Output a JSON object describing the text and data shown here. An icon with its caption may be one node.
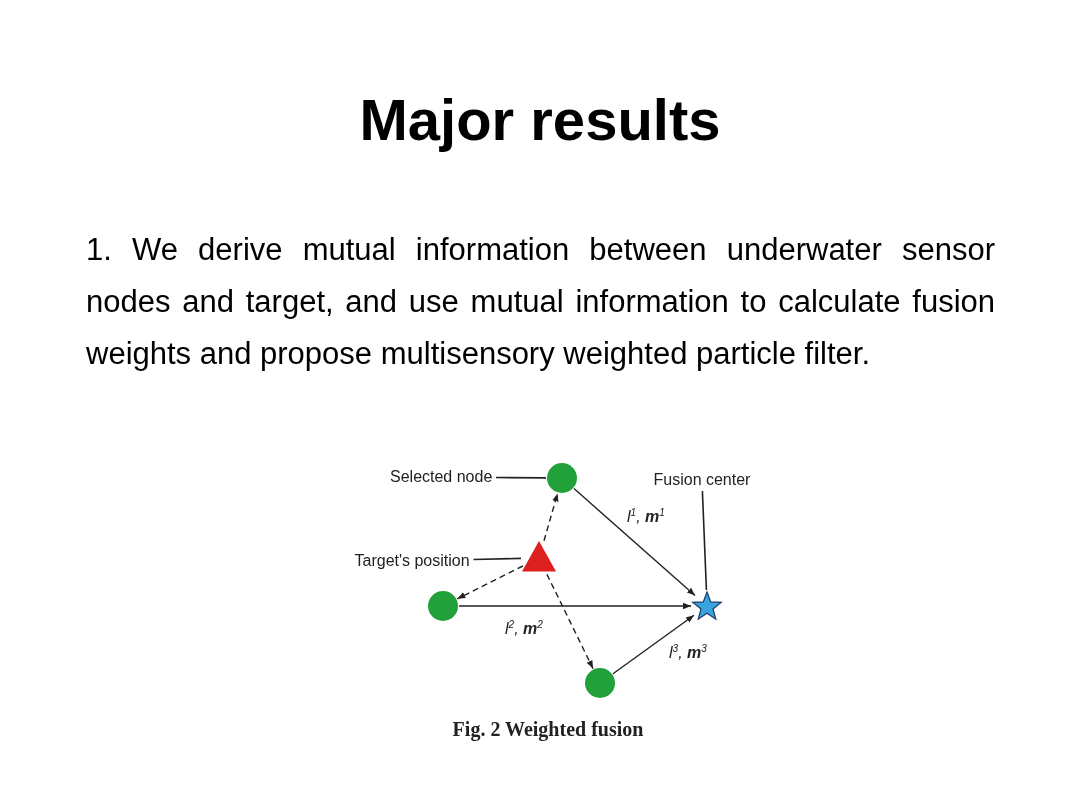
{
  "diagram": {
    "title": "Major results",
    "nodes": [
      {
        "text": [
          "Selected node"
        ]
      },
      {
        "text": [],
        "shape": "circle"
      },
      {
        "text": [
          "Fusion center"
        ]
      },
      {
        "text": [
          "Target's position"
        ]
      },
      {
        "text": [],
        "shape": "triangle"
      },
      {
        "text": [],
        "shape": "circle"
      },
      {
        "text": [],
        "shape": "star"
      },
      {
        "text": [],
        "shape": "circle"
      }
    ],
    "edges": [
      {
        "from": 0,
        "to": 1,
        "arrow": "none"
      },
      {
        "from": 2,
        "to": 6,
        "arrow": "none"
      },
      {
        "from": 3,
        "to": 4,
        "arrow": "none"
      },
      {
        "from": 4,
        "to": 1,
        "arrow": "to",
        "style": "dashed"
      },
      {
        "from": 4,
        "to": 5,
        "arrow": "to",
        "style": "dashed"
      },
      {
        "from": 4,
        "to": 7,
        "arrow": "to",
        "style": "dashed"
      },
      {
        "from": 1,
        "to": 6,
        "arrow": "to",
        "label": "l$^{1}$, **m**$^{1}$"
      },
      {
        "from": 5,
        "to": 6,
        "arrow": "to",
        "label": "l$^{2}$, **m**$^{2}$"
      },
      {
        "from": 7,
        "to": 6,
        "arrow": "to",
        "label": "l$^{3}$, **m**$^{3}$"
      }
    ],
    "labels": [
      "1. We derive mutual information between underwater sensor nodes and target, and use mutual information to calculate fusion weights and propose multisensory weighted particle filter."
    ],
    "caption": "Fig. 2 Weighted fusion"
  }
}
